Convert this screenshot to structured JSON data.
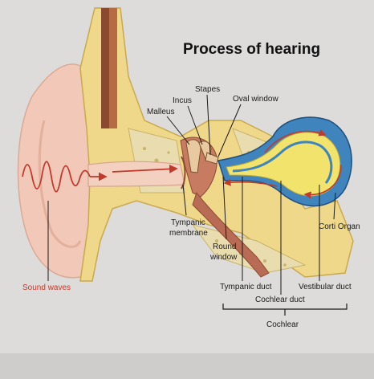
{
  "title": "Process of hearing",
  "labels": {
    "stapes": "Stapes",
    "incus": "Incus",
    "oval_window": "Oval window",
    "malleus": "Malleus",
    "tympanic_membrane_1": "Tympanic",
    "tympanic_membrane_2": "membrane",
    "round_window_1": "Round",
    "round_window_2": "window",
    "corti_organ": "Corti Organ",
    "sound_waves": "Sound waves",
    "tympanic_duct": "Tympanic duct",
    "vestibular_duct": "Vestibular duct",
    "cochlear_duct": "Cochlear duct",
    "cochlear": "Cochlear"
  },
  "colors": {
    "background": "#d9d7d6",
    "skin": "#f1c7b6",
    "bone": "#f2dc8d",
    "spongy_bone": "#e8d9a8",
    "canal": "#b86c55",
    "blue_duct": "#4a8fc4",
    "yellow_duct": "#f3e36a",
    "arrow_red": "#c0392b"
  }
}
